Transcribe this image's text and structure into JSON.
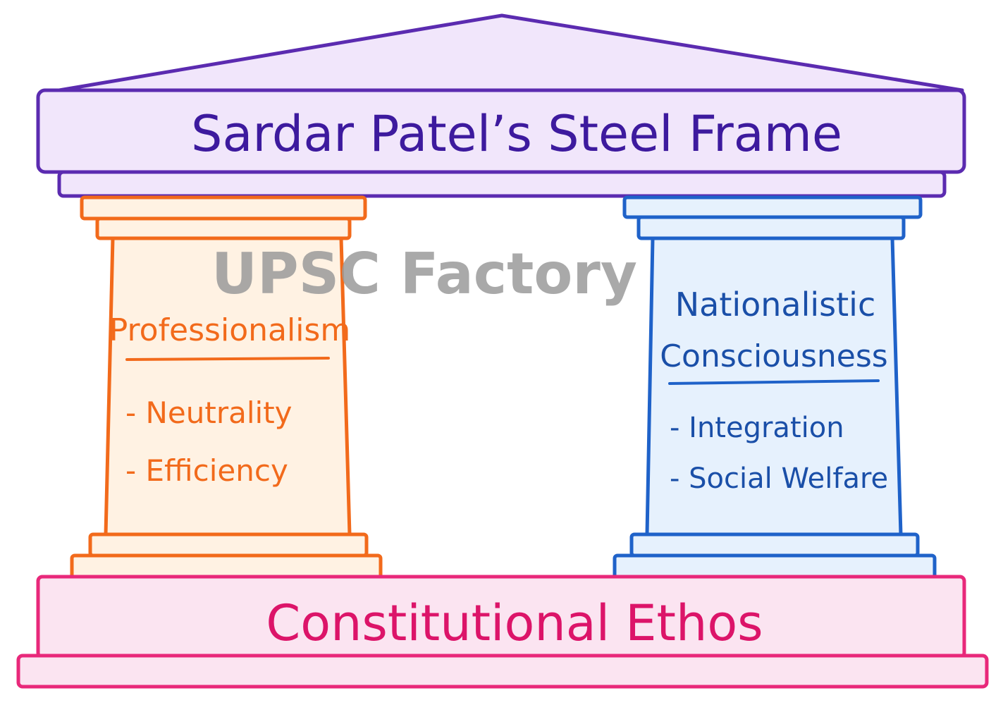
{
  "roof": {
    "title": "Sardar Patel’s Steel Frame"
  },
  "left_pillar": {
    "heading": "Professionalism",
    "items": [
      "- Neutrality",
      "- Efficiency"
    ]
  },
  "right_pillar": {
    "heading_line1": "Nationalistic",
    "heading_line2": "Consciousness",
    "items": [
      "- Integration",
      "- Social Welfare"
    ]
  },
  "base": {
    "title": "Constitutional Ethos"
  },
  "watermark": {
    "text": "UPSC Factory"
  },
  "colors": {
    "roof_stroke": "#5b2bb0",
    "roof_fill": "#f1e6fb",
    "roof_text": "#3d1a9e",
    "left_stroke": "#f26a1b",
    "left_fill": "#fff2e3",
    "right_stroke": "#1f62c9",
    "right_fill": "#e6f1fd",
    "right_text": "#1a4fa8",
    "base_stroke": "#e8287a",
    "base_fill": "#fbe4f1",
    "base_text": "#dc1469",
    "watermark": "#9a9a9a"
  }
}
